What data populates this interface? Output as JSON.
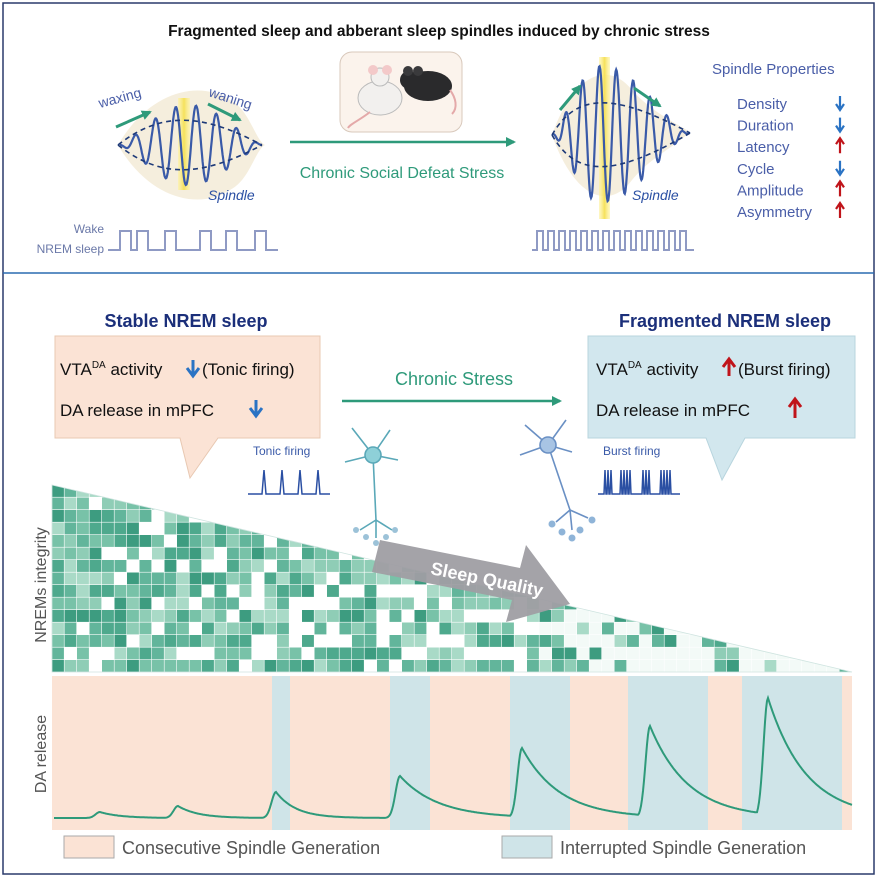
{
  "top": {
    "title": "Fragmented sleep and abberant sleep spindles induced by chronic stress",
    "waxing": "waxing",
    "waning": "waning",
    "spindle_left": "Spindle",
    "spindle_right": "Spindle",
    "wake_label": "Wake",
    "nrem_label": "NREM sleep",
    "stress_label": "Chronic Social Defeat Stress",
    "properties_title": "Spindle Properties",
    "properties": [
      {
        "name": "Density",
        "dir": "down"
      },
      {
        "name": "Duration",
        "dir": "down"
      },
      {
        "name": "Latency",
        "dir": "up"
      },
      {
        "name": "Cycle",
        "dir": "down"
      },
      {
        "name": "Amplitude",
        "dir": "up"
      },
      {
        "name": "Asymmetry",
        "dir": "up"
      }
    ]
  },
  "bottom": {
    "stable_title": "Stable NREM sleep",
    "stable_line1_pre": "VTA",
    "stable_line1_sup": "DA",
    "stable_line1_post": " activity",
    "stable_line1_tail": "(Tonic firing)",
    "stable_line2": "DA release in mPFC",
    "frag_title": "Fragmented NREM sleep",
    "frag_line1_pre": "VTA",
    "frag_line1_sup": "DA",
    "frag_line1_post": " activity",
    "frag_line1_tail": "(Burst firing)",
    "frag_line2": "DA release in mPFC",
    "chronic_stress": "Chronic Stress",
    "tonic_firing": "Tonic firing",
    "burst_firing": "Burst firing",
    "sleep_quality": "Sleep Quality",
    "y_label_integrity": "NREMs integrity",
    "y_label_da": "DA release",
    "legend_consecutive": "Consecutive Spindle Generation",
    "legend_interrupted": "Interrupted Spindle Generation"
  },
  "colors": {
    "navy": "#1b2f7a",
    "green": "#2e9a7a",
    "spindle_blue": "#3a5aa8",
    "peach": "#fbe3d5",
    "lightblue": "#cfe4e8",
    "up_arrow": "#c0141a",
    "down_arrow": "#2a73c4"
  }
}
